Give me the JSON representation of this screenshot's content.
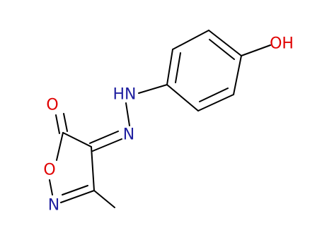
{
  "atoms": {
    "hydroxyl": {
      "text": "OH",
      "color": "#e00000"
    },
    "hydrazone_nh": {
      "text": "HN",
      "color": "#2020a0"
    },
    "hydrazone_n": {
      "text": "N",
      "color": "#2020a0"
    },
    "carbonyl_o": {
      "text": "O",
      "color": "#e00000"
    },
    "ring_o": {
      "text": "O",
      "color": "#e00000"
    },
    "ring_n": {
      "text": "N",
      "color": "#2020a0"
    }
  },
  "colors": {
    "bond": "#000000",
    "oxygen": "#e00000",
    "nitrogen": "#2020a0",
    "background": "#ffffff"
  }
}
